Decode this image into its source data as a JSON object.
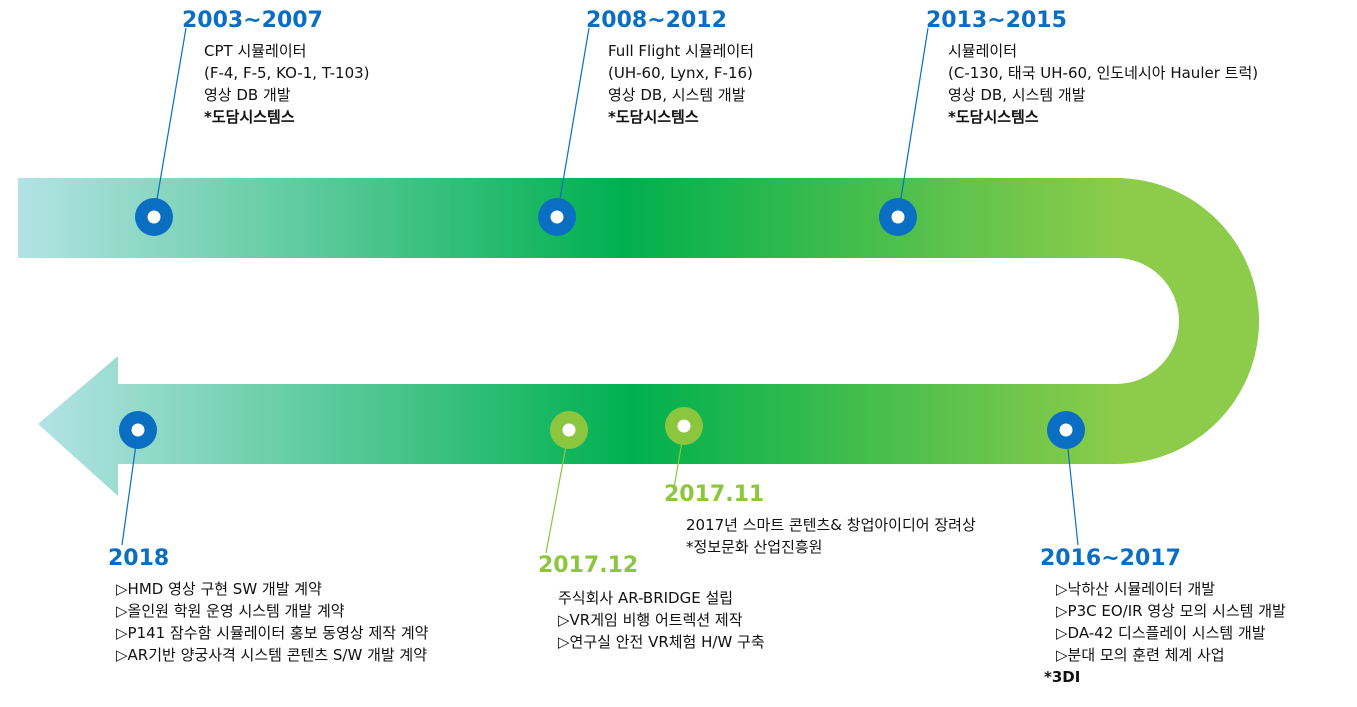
{
  "colors": {
    "arrow_start": "#b3e3e5",
    "arrow_mid": "#00b04f",
    "arrow_end": "#8ccc4a",
    "node_blue": "#0a6fc2",
    "node_green": "#8cc63f",
    "year_blue": "#0a6fc2",
    "year_green": "#8cc63f"
  },
  "milestones": [
    {
      "year": "2003~2007",
      "lines": [
        "CPT 시뮬레이터",
        "(F-4, F-5, KO-1, T-103)",
        "영상 DB 개발"
      ],
      "note": "*도담시스템스"
    },
    {
      "year": "2008~2012",
      "lines": [
        "Full Flight 시뮬레이터",
        "(UH-60, Lynx, F-16)",
        "영상 DB, 시스템 개발"
      ],
      "note": "*도담시스템스"
    },
    {
      "year": "2013~2015",
      "lines": [
        "시뮬레이터",
        "(C-130, 태국 UH-60, 인도네시아 Hauler 트럭)",
        "영상 DB, 시스템 개발"
      ],
      "note": "*도담시스템스"
    },
    {
      "year": "2016~2017",
      "lines": [
        "▷낙하산 시뮬레이터 개발",
        "▷P3C EO/IR 영상 모의 시스템 개발",
        "▷DA-42 디스플레이 시스템 개발",
        "▷분대 모의 훈련 체계 사업"
      ],
      "note": "*3DI"
    },
    {
      "year": "2017.11",
      "lines": [
        "2017년 스마트 콘텐츠& 창업아이디어 장려상",
        "*정보문화 산업진흥원"
      ]
    },
    {
      "year": "2017.12",
      "lines": [
        "주식회사 AR-BRIDGE 설립",
        "▷VR게임 비행 어트렉션 제작",
        "▷연구실 안전 VR체험 H/W 구축"
      ]
    },
    {
      "year": "2018",
      "lines": [
        "▷HMD 영상 구현 SW 개발 계약",
        "▷올인원 학원 운영 시스템 개발 계약",
        "▷P141 잠수함 시뮬레이터 홍보  동영상 제작 계약",
        "▷AR기반 양궁사격 시스템 콘텐츠 S/W 개발 계약"
      ]
    }
  ]
}
